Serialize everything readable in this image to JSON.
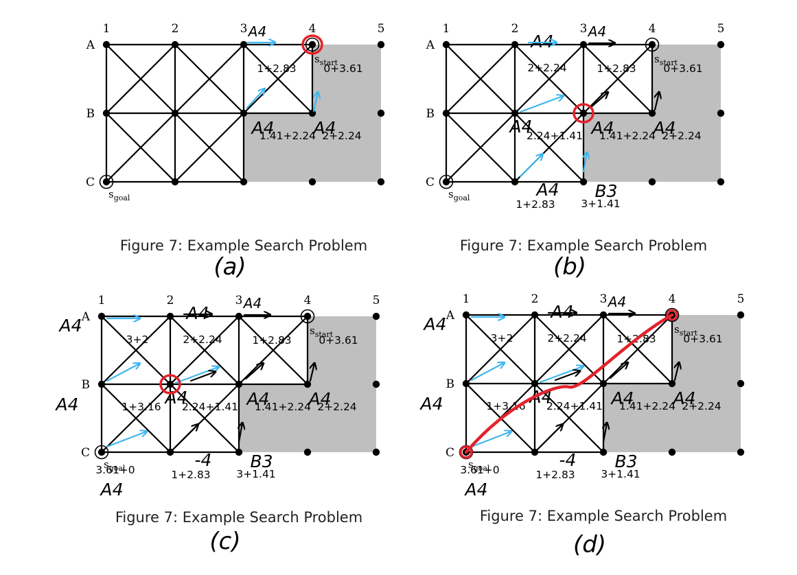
{
  "caption": "Figure 7: Example Search Problem",
  "columns": [
    "1",
    "2",
    "3",
    "4",
    "5"
  ],
  "rows": [
    "A",
    "B",
    "C"
  ],
  "start_label": "start",
  "goal_label": "goal",
  "s_symbol": "s",
  "colors": {
    "obstacle": "#bfbfbf",
    "pen_blue": "#3fb7ee",
    "pen_red": "#e3222d",
    "ink": "#000000"
  },
  "panels": [
    {
      "id": "a",
      "subcaption": "(a)",
      "current": "A4",
      "expanded_path": false,
      "cells": [
        {
          "node": "A3",
          "text": "1+2.83"
        },
        {
          "node": "A4",
          "text": "0+3.61"
        },
        {
          "node": "B3",
          "text": "1.41+2.24"
        },
        {
          "node": "B4",
          "text": "2+2.24"
        }
      ],
      "parent_marks": [
        {
          "node": "A3",
          "text": "A4"
        },
        {
          "node": "B3",
          "text": "A4"
        },
        {
          "node": "B4",
          "text": "A4"
        }
      ]
    },
    {
      "id": "b",
      "subcaption": "(b)",
      "current": "B3",
      "expanded_path": false,
      "cells": [
        {
          "node": "A2",
          "text": "2+2.24"
        },
        {
          "node": "A3",
          "text": "1+2.83"
        },
        {
          "node": "A4",
          "text": "0+3.61"
        },
        {
          "node": "B2",
          "text": "2.24+1.41"
        },
        {
          "node": "B3",
          "text": "1.41+2.24"
        },
        {
          "node": "B4",
          "text": "2+2.24"
        },
        {
          "node": "C2",
          "text": "1+2.83"
        },
        {
          "node": "C3",
          "text": "3+1.41"
        }
      ],
      "parent_marks": [
        {
          "node": "A2",
          "text": "A4"
        },
        {
          "node": "A3",
          "text": "A4"
        },
        {
          "node": "B2",
          "text": "A4"
        },
        {
          "node": "B3",
          "text": "A4"
        },
        {
          "node": "B4",
          "text": "A4"
        },
        {
          "node": "C2",
          "text": "A4"
        },
        {
          "node": "C3",
          "text": "B3"
        }
      ]
    },
    {
      "id": "c",
      "subcaption": "(c)",
      "current": "B2",
      "expanded_path": false,
      "cells": [
        {
          "node": "A1",
          "text": "3+2"
        },
        {
          "node": "A2",
          "text": "2+2.24"
        },
        {
          "node": "A3",
          "text": "1+2.83"
        },
        {
          "node": "A4",
          "text": "0+3.61"
        },
        {
          "node": "B1",
          "text": "1+3.16"
        },
        {
          "node": "B2",
          "text": "2.24+1.41"
        },
        {
          "node": "B3",
          "text": "1.41+2.24"
        },
        {
          "node": "B4",
          "text": "2+2.24"
        },
        {
          "node": "C1",
          "text": "3.61+0"
        },
        {
          "node": "C2",
          "text": "1+2.83"
        },
        {
          "node": "C3",
          "text": "3+1.41"
        }
      ],
      "parent_marks": [
        {
          "node": "A1",
          "text": "A4"
        },
        {
          "node": "A2",
          "text": "A4"
        },
        {
          "node": "A3",
          "text": "A4"
        },
        {
          "node": "B1",
          "text": "A4"
        },
        {
          "node": "B2",
          "text": "A4"
        },
        {
          "node": "B3",
          "text": "A4"
        },
        {
          "node": "B4",
          "text": "A4"
        },
        {
          "node": "C1",
          "text": "A4"
        },
        {
          "node": "C2",
          "text": "-4"
        },
        {
          "node": "C3",
          "text": "B3"
        }
      ]
    },
    {
      "id": "d",
      "subcaption": "(d)",
      "current": "C1",
      "expanded_path": true,
      "cells": [
        {
          "node": "A1",
          "text": "3+2"
        },
        {
          "node": "A2",
          "text": "2+2.24"
        },
        {
          "node": "A3",
          "text": "1+2.83"
        },
        {
          "node": "A4",
          "text": "0+3.61"
        },
        {
          "node": "B1",
          "text": "1+3.16"
        },
        {
          "node": "B2",
          "text": "2.24+1.41"
        },
        {
          "node": "B3",
          "text": "1.41+2.24"
        },
        {
          "node": "B4",
          "text": "2+2.24"
        },
        {
          "node": "C1",
          "text": "3.61+0"
        },
        {
          "node": "C2",
          "text": "1+2.83"
        },
        {
          "node": "C3",
          "text": "3+1.41"
        }
      ],
      "parent_marks": [
        {
          "node": "A1",
          "text": "A4"
        },
        {
          "node": "A2",
          "text": "A4"
        },
        {
          "node": "A3",
          "text": "A4"
        },
        {
          "node": "B1",
          "text": "A4"
        },
        {
          "node": "B2",
          "text": "A4"
        },
        {
          "node": "B3",
          "text": "A4"
        },
        {
          "node": "B4",
          "text": "A4"
        },
        {
          "node": "C1",
          "text": "A4"
        },
        {
          "node": "C2",
          "text": "-4"
        },
        {
          "node": "C3",
          "text": "B3"
        }
      ]
    }
  ]
}
